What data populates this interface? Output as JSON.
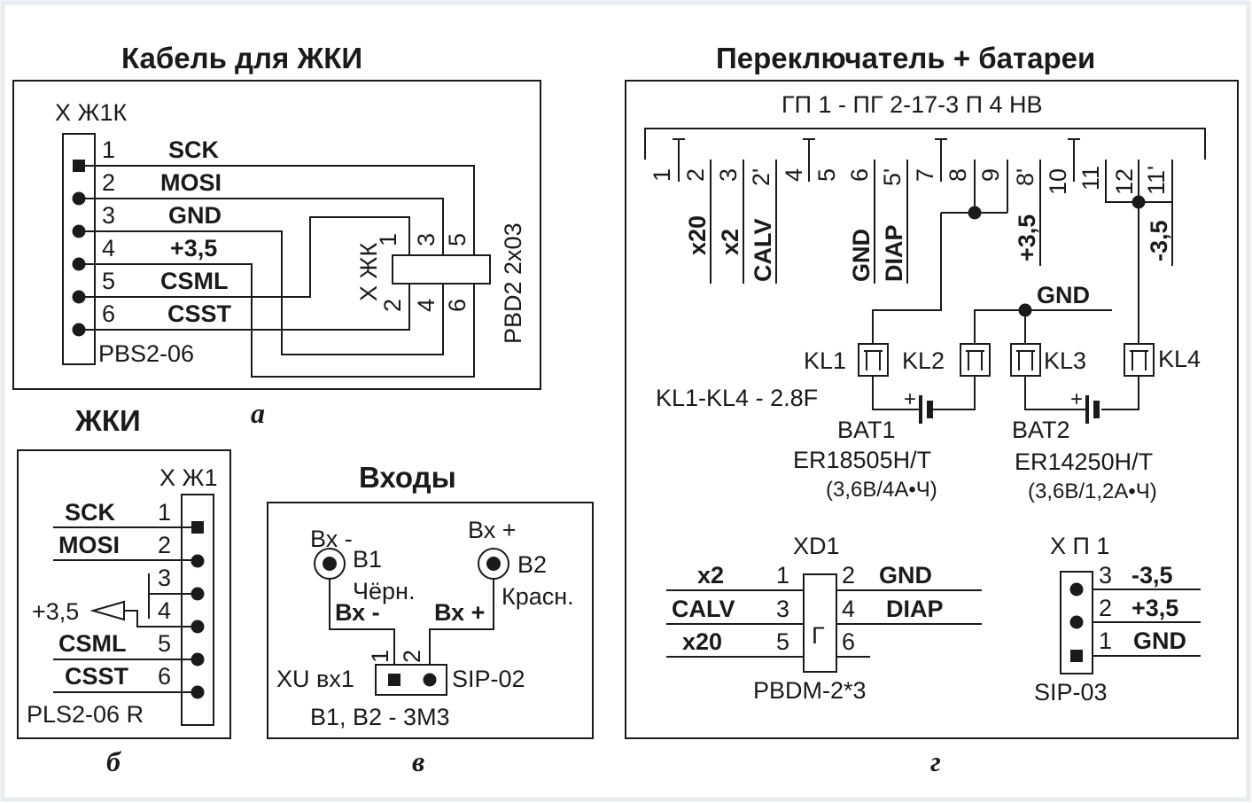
{
  "colors": {
    "background": "#ffffff",
    "frame": "#e8edf2",
    "ink": "#1a1a1a"
  },
  "a": {
    "title": "Кабель для ЖКИ",
    "conn1": "Х Ж1К",
    "conn1_type": "PBS2-06",
    "pins": [
      {
        "num": "1",
        "signal": "SCK"
      },
      {
        "num": "2",
        "signal": "MOSI"
      },
      {
        "num": "3",
        "signal": "GND"
      },
      {
        "num": "4",
        "signal": "+3,5"
      },
      {
        "num": "5",
        "signal": "CSML"
      },
      {
        "num": "6",
        "signal": "CSST"
      }
    ],
    "conn2": "Х ЖК",
    "conn2_type": "PBD2 2х03",
    "conn2_pins": {
      "p1": "1",
      "p2": "2",
      "p3": "3",
      "p4": "4",
      "p5": "5",
      "p6": "6"
    },
    "label": "а"
  },
  "b": {
    "title": "ЖКИ",
    "conn": "Х Ж1",
    "conn_type": "PLS2-06 R",
    "supply": "+3,5",
    "pins": [
      {
        "num": "1",
        "signal": "SCK"
      },
      {
        "num": "2",
        "signal": "MOSI"
      },
      {
        "num": "3",
        "signal": ""
      },
      {
        "num": "4",
        "signal": ""
      },
      {
        "num": "5",
        "signal": "CSML"
      },
      {
        "num": "6",
        "signal": "CSST"
      }
    ],
    "label": "б"
  },
  "v": {
    "title": "Входы",
    "in_minus": {
      "pol": "Вх -",
      "ref": "В1",
      "color": "Чёрн.",
      "wire": "Вх -"
    },
    "in_plus": {
      "pol": "Вх +",
      "ref": "В2",
      "color": "Красн.",
      "wire": "Вх +"
    },
    "conn": "XU вх1",
    "conn_type": "SIP-02",
    "pin1": "1",
    "pin2": "2",
    "note": "В1, В2 - 3М3",
    "label": "в"
  },
  "g": {
    "title": "Переключатель + батареи",
    "switch": "ГП 1  -  ПГ 2-17-3 П 4 НВ",
    "switch_pins": [
      "1",
      "2",
      "3",
      "2'",
      "4",
      "5",
      "6",
      "5'",
      "7",
      "8",
      "9",
      "8'",
      "10",
      "11",
      "12",
      "11'"
    ],
    "signals": {
      "x20": "x20",
      "x2": "x2",
      "calv": "CALV",
      "gnd": "GND",
      "diap": "DIAP",
      "p35": "+3,5",
      "m35": "-3,5",
      "gnd2": "GND"
    },
    "clips": [
      "KL1",
      "KL2",
      "KL3",
      "KL4"
    ],
    "clips_note": "KL1-KL4 - 2.8F",
    "bat1": {
      "ref": "BAT1",
      "type": "ER18505H/T",
      "spec": "(3,6В/4А•Ч)"
    },
    "bat2": {
      "ref": "BAT2",
      "type": "ER14250H/T",
      "spec": "(3,6В/1,2А•Ч)"
    },
    "plus": "+",
    "xd1": {
      "ref": "XD1",
      "type": "PBDM-2*3",
      "mark": "Г",
      "rows": [
        {
          "l": "x2",
          "ln": "1",
          "rn": "2",
          "r": "GND"
        },
        {
          "l": "CALV",
          "ln": "3",
          "rn": "4",
          "r": "DIAP"
        },
        {
          "l": "x20",
          "ln": "5",
          "rn": "6",
          "r": ""
        }
      ]
    },
    "xp1": {
      "ref": "Х П 1",
      "type": "SIP-03",
      "rows": [
        {
          "n": "3",
          "s": "-3,5"
        },
        {
          "n": "2",
          "s": "+3,5"
        },
        {
          "n": "1",
          "s": "GND"
        }
      ]
    },
    "label": "г"
  }
}
